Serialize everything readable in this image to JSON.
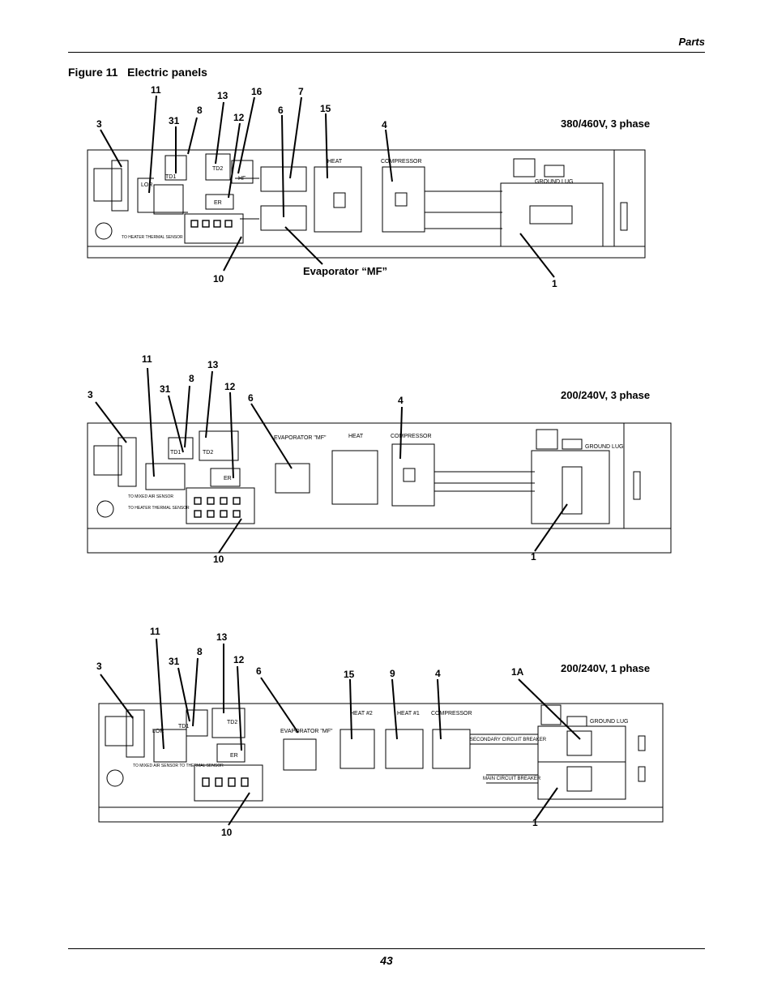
{
  "header": {
    "section": "Parts"
  },
  "figure": {
    "number": "Figure 11",
    "title": "Electric panels"
  },
  "panels": [
    {
      "voltage": "380/460V, 3 phase",
      "callouts": [
        "11",
        "13",
        "16",
        "7",
        "8",
        "3",
        "31",
        "12",
        "6",
        "15",
        "4",
        "10",
        "1"
      ],
      "caption": "Evaporator “MF”",
      "labels": {
        "heat": "HEAT",
        "compressor": "COMPRESSOR",
        "ground": "GROUND LUG",
        "lor": "LOR",
        "td1": "TD1",
        "td2": "TD2",
        "hf": "HF",
        "er": "ER",
        "sensor": "TO HEATER THERMAL SENSOR"
      }
    },
    {
      "voltage": "200/240V, 3 phase",
      "callouts": [
        "11",
        "13",
        "8",
        "3",
        "31",
        "12",
        "6",
        "4",
        "10",
        "1"
      ],
      "labels": {
        "evap": "EVAPORATOR \"MF\"",
        "heat": "HEAT",
        "compressor": "COMPRESSOR",
        "ground": "GROUND LUG",
        "td1": "TD1",
        "td2": "TD2",
        "er": "ER",
        "sensor1": "TO MIXED AIR SENSOR",
        "sensor2": "TO HEATER THERMAL SENSOR"
      }
    },
    {
      "voltage": "200/240V, 1 phase",
      "callouts": [
        "11",
        "13",
        "8",
        "3",
        "31",
        "12",
        "6",
        "15",
        "9",
        "4",
        "1A",
        "10",
        "1"
      ],
      "labels": {
        "evap": "EVAPORATOR \"MF\"",
        "heat2": "HEAT #2",
        "heat1": "HEAT #1",
        "compressor": "COMPRESSOR",
        "ground": "GROUND LUG",
        "lor": "LOR",
        "td1": "TD1",
        "td2": "TD2",
        "er": "ER",
        "secondary": "SECONDARY CIRCUIT BREAKER",
        "main": "MAIN CIRCUIT BREAKER",
        "sensor": "TO MIXED AIR SENSOR TO THERMAL SENSOR"
      }
    }
  ],
  "footer": {
    "page": "43"
  }
}
